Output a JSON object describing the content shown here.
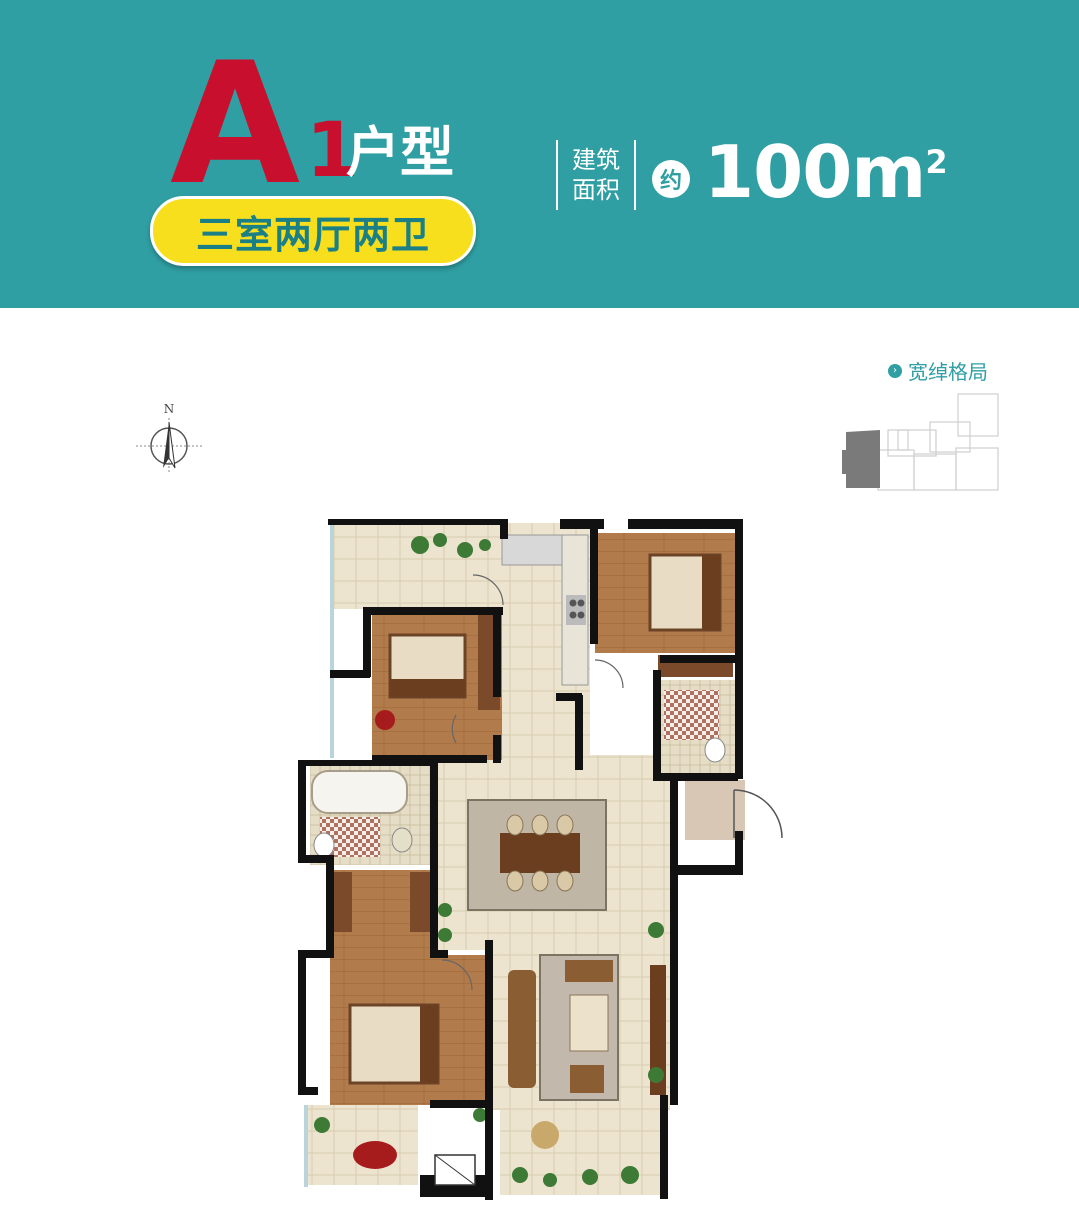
{
  "header": {
    "unit_letter": "A",
    "unit_number": "1",
    "unit_suffix": "户型",
    "layout_desc": "三室两厅两卫",
    "area_label_line1": "建筑",
    "area_label_line2": "面积",
    "approx_label": "约",
    "area_value": "100m",
    "area_unit_sup": "2"
  },
  "compass": {
    "north_label": "N"
  },
  "orientation": {
    "label": "宽绰格局"
  },
  "colors": {
    "banner": "#2f9fa3",
    "unit_red": "#c8102e",
    "pill_yellow": "#f7df1e",
    "wall": "#111111",
    "wood_floor": "#b07a4a",
    "tile_floor": "#ece3cf"
  }
}
